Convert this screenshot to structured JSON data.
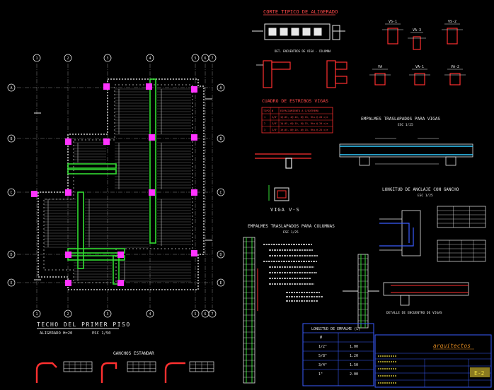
{
  "colors": {
    "background": "#000000",
    "grid_line": "#8a8a8a",
    "grid_bubble": "#e0e0e0",
    "slab_hatch": "#9c9c9c",
    "beam_green": "#33dd33",
    "column_magenta": "#ff33ff",
    "rebar_red": "#ff3030",
    "title_red": "#ff4a4a",
    "text_white": "#e8e8e8",
    "text_yellow": "#f0e040",
    "cyan": "#33ccff",
    "blue": "#3a5cff",
    "title_block_olive": "#8a7a20",
    "arq_orange": "#e08a20"
  },
  "grid": {
    "cols": [
      "1",
      "2",
      "3",
      "4",
      "5",
      "6",
      "7"
    ],
    "rows": [
      "A",
      "B",
      "C",
      "D",
      "E"
    ]
  },
  "plan": {
    "title": "TECHO DEL PRIMER PISO",
    "subtitle": "ALIGERADO H=20",
    "scale": "ESC 1/50"
  },
  "sections": {
    "aligerado": {
      "title": "CORTE TIPICO DE ALIGERADO"
    },
    "encuentros": {
      "title": "DET. ENCUENTROS DE VIGA - COLUMNA"
    },
    "vigas_top": {
      "labels": [
        "VS-1",
        "VS-2",
        "VA",
        "VA-1",
        "VA-2",
        "VA-3"
      ]
    },
    "estribos": {
      "title": "CUADRO DE ESTRIBOS VIGAS",
      "headers": [
        "TIPO",
        "Ø",
        "ESPACIAMIENTO A C/EXTREMO"
      ],
      "rows": [
        [
          "1",
          "3/8\"",
          "1@.05, 4@.10, 5@.15, Rto.@.20 c/e"
        ],
        [
          "2",
          "3/8\"",
          "1@.05, 6@.10, 5@.15, Rto.@.20 c/e"
        ],
        [
          "3",
          "3/8\"",
          "1@.05, 8@.10, 4@.15, Rto.@.25 c/e"
        ]
      ]
    },
    "viga_vs": {
      "title": "VIGA V-S"
    },
    "empalmes_vigas": {
      "title": "EMPALMES TRASLAPADOS PARA VIGAS",
      "scale": "ESC 1/25"
    },
    "anclaje": {
      "title": "LONGITUD DE ANCLAJE CON GANCHO",
      "scale": "ESC 1/25"
    },
    "empalmes_columnas": {
      "title": "EMPALMES TRASLAPADOS PARA COLUMNAS",
      "scale": "ESC 1/25"
    },
    "empalme_table": {
      "title": "LONGITUD DE EMPALME (L)",
      "header": "Ø",
      "rows": [
        [
          "1/2\"",
          "1.00"
        ],
        [
          "5/8\"",
          "1.20"
        ],
        [
          "3/4\"",
          "1.50"
        ],
        [
          "1\"",
          "2.00"
        ]
      ]
    },
    "ganchos": {
      "title": "GANCHOS ESTANDAR"
    },
    "detalle_viga": {
      "title": "DETALLE DE ENCUENTRO DE VIGAS"
    }
  },
  "title_block": {
    "brand": "arquitectos",
    "lamina": "E-2"
  }
}
